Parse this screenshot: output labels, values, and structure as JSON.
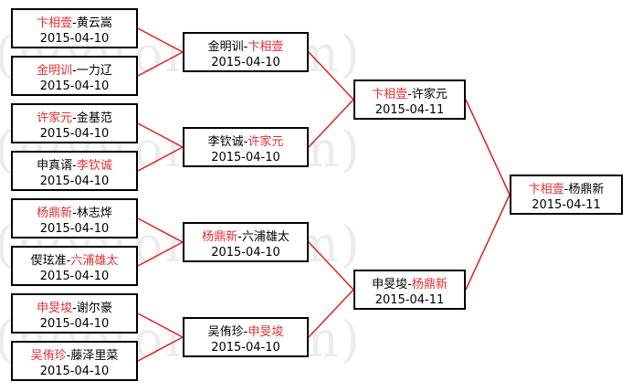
{
  "watermark": "(hoetom.com)",
  "colors": {
    "winner": "#e03030",
    "connector": "#e02020",
    "border": "#000000"
  },
  "rounds": [
    {
      "name": "round-1",
      "matches": [
        {
          "p1": "卞相壹",
          "sep": "-",
          "p2": "黄云嵩",
          "winner": 1,
          "date": "2015-04-10"
        },
        {
          "p1": "金明训",
          "sep": "-",
          "p2": "一力辽",
          "winner": 1,
          "date": "2015-04-10"
        },
        {
          "p1": "许家元",
          "sep": "-",
          "p2": "金基范",
          "winner": 1,
          "date": "2015-04-10"
        },
        {
          "p1": "申真谞",
          "sep": "-",
          "p2": "李钦诚",
          "winner": 2,
          "date": "2015-04-10"
        },
        {
          "p1": "杨鼎新",
          "sep": "-",
          "p2": "林志烨",
          "winner": 1,
          "date": "2015-04-10"
        },
        {
          "p1": "偰玹准",
          "sep": "-",
          "p2": "六浦雄太",
          "winner": 2,
          "date": "2015-04-10"
        },
        {
          "p1": "申旻埈",
          "sep": "-",
          "p2": "谢尔豪",
          "winner": 1,
          "date": "2015-04-10"
        },
        {
          "p1": "吴侑珍",
          "sep": "-",
          "p2": "藤泽里菜",
          "winner": 1,
          "date": "2015-04-10"
        }
      ]
    },
    {
      "name": "round-2",
      "matches": [
        {
          "p1": "金明训",
          "sep": "-",
          "p2": "卞相壹",
          "winner": 2,
          "date": "2015-04-10"
        },
        {
          "p1": "李钦诚",
          "sep": "-",
          "p2": "许家元",
          "winner": 2,
          "date": "2015-04-10"
        },
        {
          "p1": "杨鼎新",
          "sep": "-",
          "p2": "六浦雄太",
          "winner": 1,
          "date": "2015-04-10"
        },
        {
          "p1": "吴侑珍",
          "sep": "-",
          "p2": "申旻埈",
          "winner": 2,
          "date": "2015-04-10"
        }
      ]
    },
    {
      "name": "semifinal",
      "matches": [
        {
          "p1": "卞相壹",
          "sep": "-",
          "p2": "许家元",
          "winner": 1,
          "date": "2015-04-11"
        },
        {
          "p1": "申旻埈",
          "sep": "-",
          "p2": "杨鼎新",
          "winner": 2,
          "date": "2015-04-11"
        }
      ]
    },
    {
      "name": "final",
      "matches": [
        {
          "p1": "卞相壹",
          "sep": "-",
          "p2": "杨鼎新",
          "winner": 1,
          "date": "2015-04-11"
        }
      ]
    }
  ]
}
